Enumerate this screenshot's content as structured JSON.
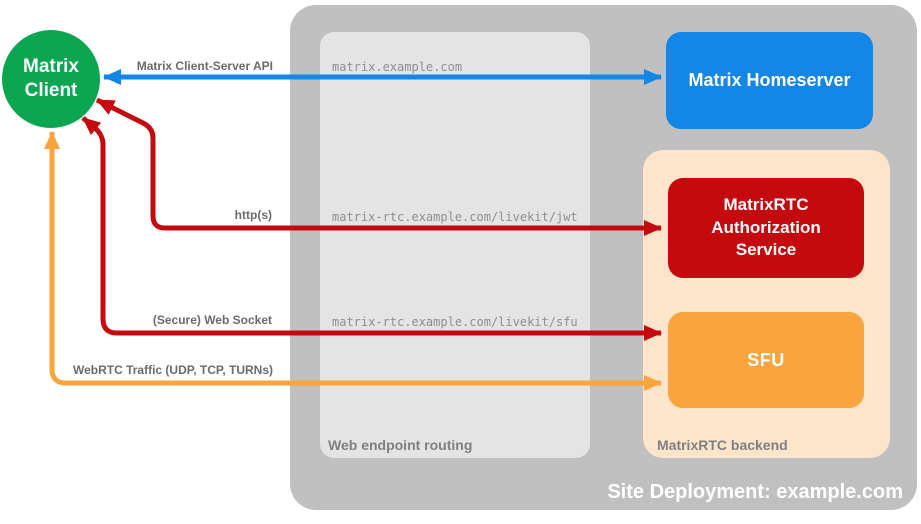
{
  "title": "MatrixRTC site deployment diagram",
  "colors": {
    "green": "#0BA64F",
    "blue": "#1287E8",
    "red": "#C50A0F",
    "orange": "#FAA43E",
    "peach": "#FCE5CB",
    "outer_gray": "#C0C0C0",
    "inner_gray": "#E4E4E4",
    "label_gray": "#808080",
    "arrow_label_gray": "#6B6B6B",
    "url_gray": "#8F8F8F",
    "white": "#FFFFFF"
  },
  "nodes": {
    "client": {
      "label": "Matrix Client",
      "color": "#0BA64F"
    },
    "homeserver": {
      "label": "Matrix Homeserver",
      "color": "#1287E8"
    },
    "auth_service": {
      "label": "MatrixRTC Authorization Service",
      "color": "#C50A0F"
    },
    "sfu": {
      "label": "SFU",
      "color": "#FAA43E"
    }
  },
  "containers": {
    "site": {
      "label": "Site Deployment: example.com"
    },
    "routing": {
      "label": "Web endpoint routing"
    },
    "backend": {
      "label": "MatrixRTC backend"
    }
  },
  "endpoints": [
    {
      "host": "matrix.example.com"
    },
    {
      "host": "matrix-rtc.example.com/livekit/jwt"
    },
    {
      "host": "matrix-rtc.example.com/livekit/sfu"
    }
  ],
  "connections": [
    {
      "label": "Matrix Client-Server API",
      "from": "Matrix Client",
      "to": "Matrix Homeserver",
      "color": "#1287E8",
      "bidirectional": true
    },
    {
      "label": "http(s)",
      "from": "Matrix Client",
      "to": "MatrixRTC Authorization Service",
      "color": "#C50A0F",
      "bidirectional": true
    },
    {
      "label": "(Secure) Web Socket",
      "from": "Matrix Client",
      "to": "SFU",
      "color": "#C50A0F",
      "bidirectional": true
    },
    {
      "label": "WebRTC Traffic (UDP, TCP, TURNs)",
      "from": "Matrix Client",
      "to": "SFU",
      "color": "#FAA43E",
      "bidirectional": true
    }
  ]
}
